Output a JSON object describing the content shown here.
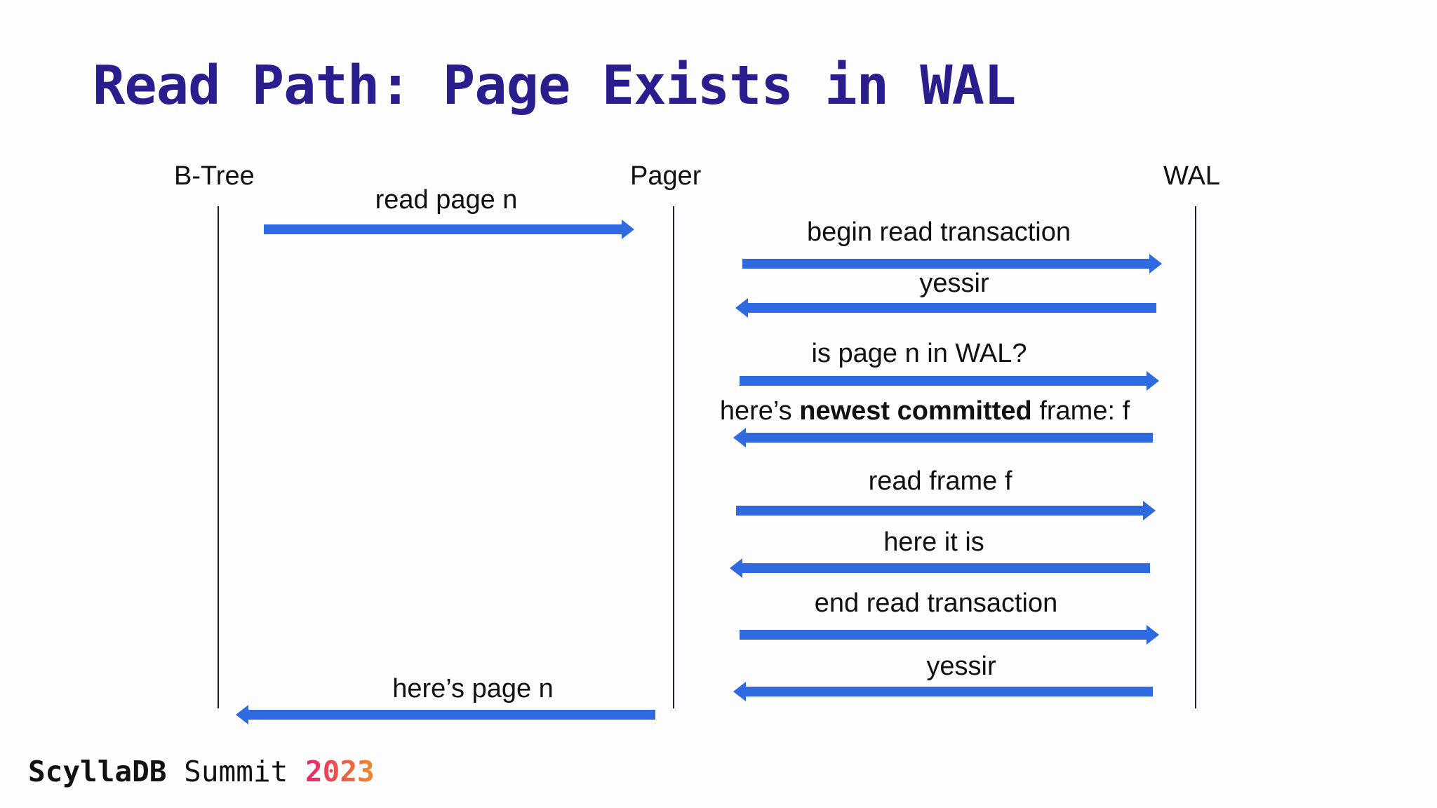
{
  "slide": {
    "title": "Read Path: Page Exists in WAL"
  },
  "lanes": [
    "B-Tree",
    "Pager",
    "WAL"
  ],
  "messages": [
    {
      "text": "read page n",
      "from": "B-Tree",
      "to": "Pager"
    },
    {
      "text": "begin read transaction",
      "from": "Pager",
      "to": "WAL"
    },
    {
      "text": "yessir",
      "from": "WAL",
      "to": "Pager"
    },
    {
      "text": "is page n in WAL?",
      "from": "Pager",
      "to": "WAL"
    },
    {
      "text_before": "here’s ",
      "text_bold": "newest committed",
      "text_after": " frame:  f",
      "from": "WAL",
      "to": "Pager"
    },
    {
      "text": "read frame f",
      "from": "Pager",
      "to": "WAL"
    },
    {
      "text": "here it is",
      "from": "WAL",
      "to": "Pager"
    },
    {
      "text": "end read transaction",
      "from": "Pager",
      "to": "WAL"
    },
    {
      "text": "yessir",
      "from": "WAL",
      "to": "Pager"
    },
    {
      "text": "here’s page n",
      "from": "Pager",
      "to": "B-Tree"
    }
  ],
  "footer": {
    "brand": "ScyllaDB",
    "event": "Summit",
    "year": "2023"
  },
  "colors": {
    "title": "#2a1e8e",
    "arrow": "#2f6ae0",
    "lifeline": "#1b1b3a"
  }
}
